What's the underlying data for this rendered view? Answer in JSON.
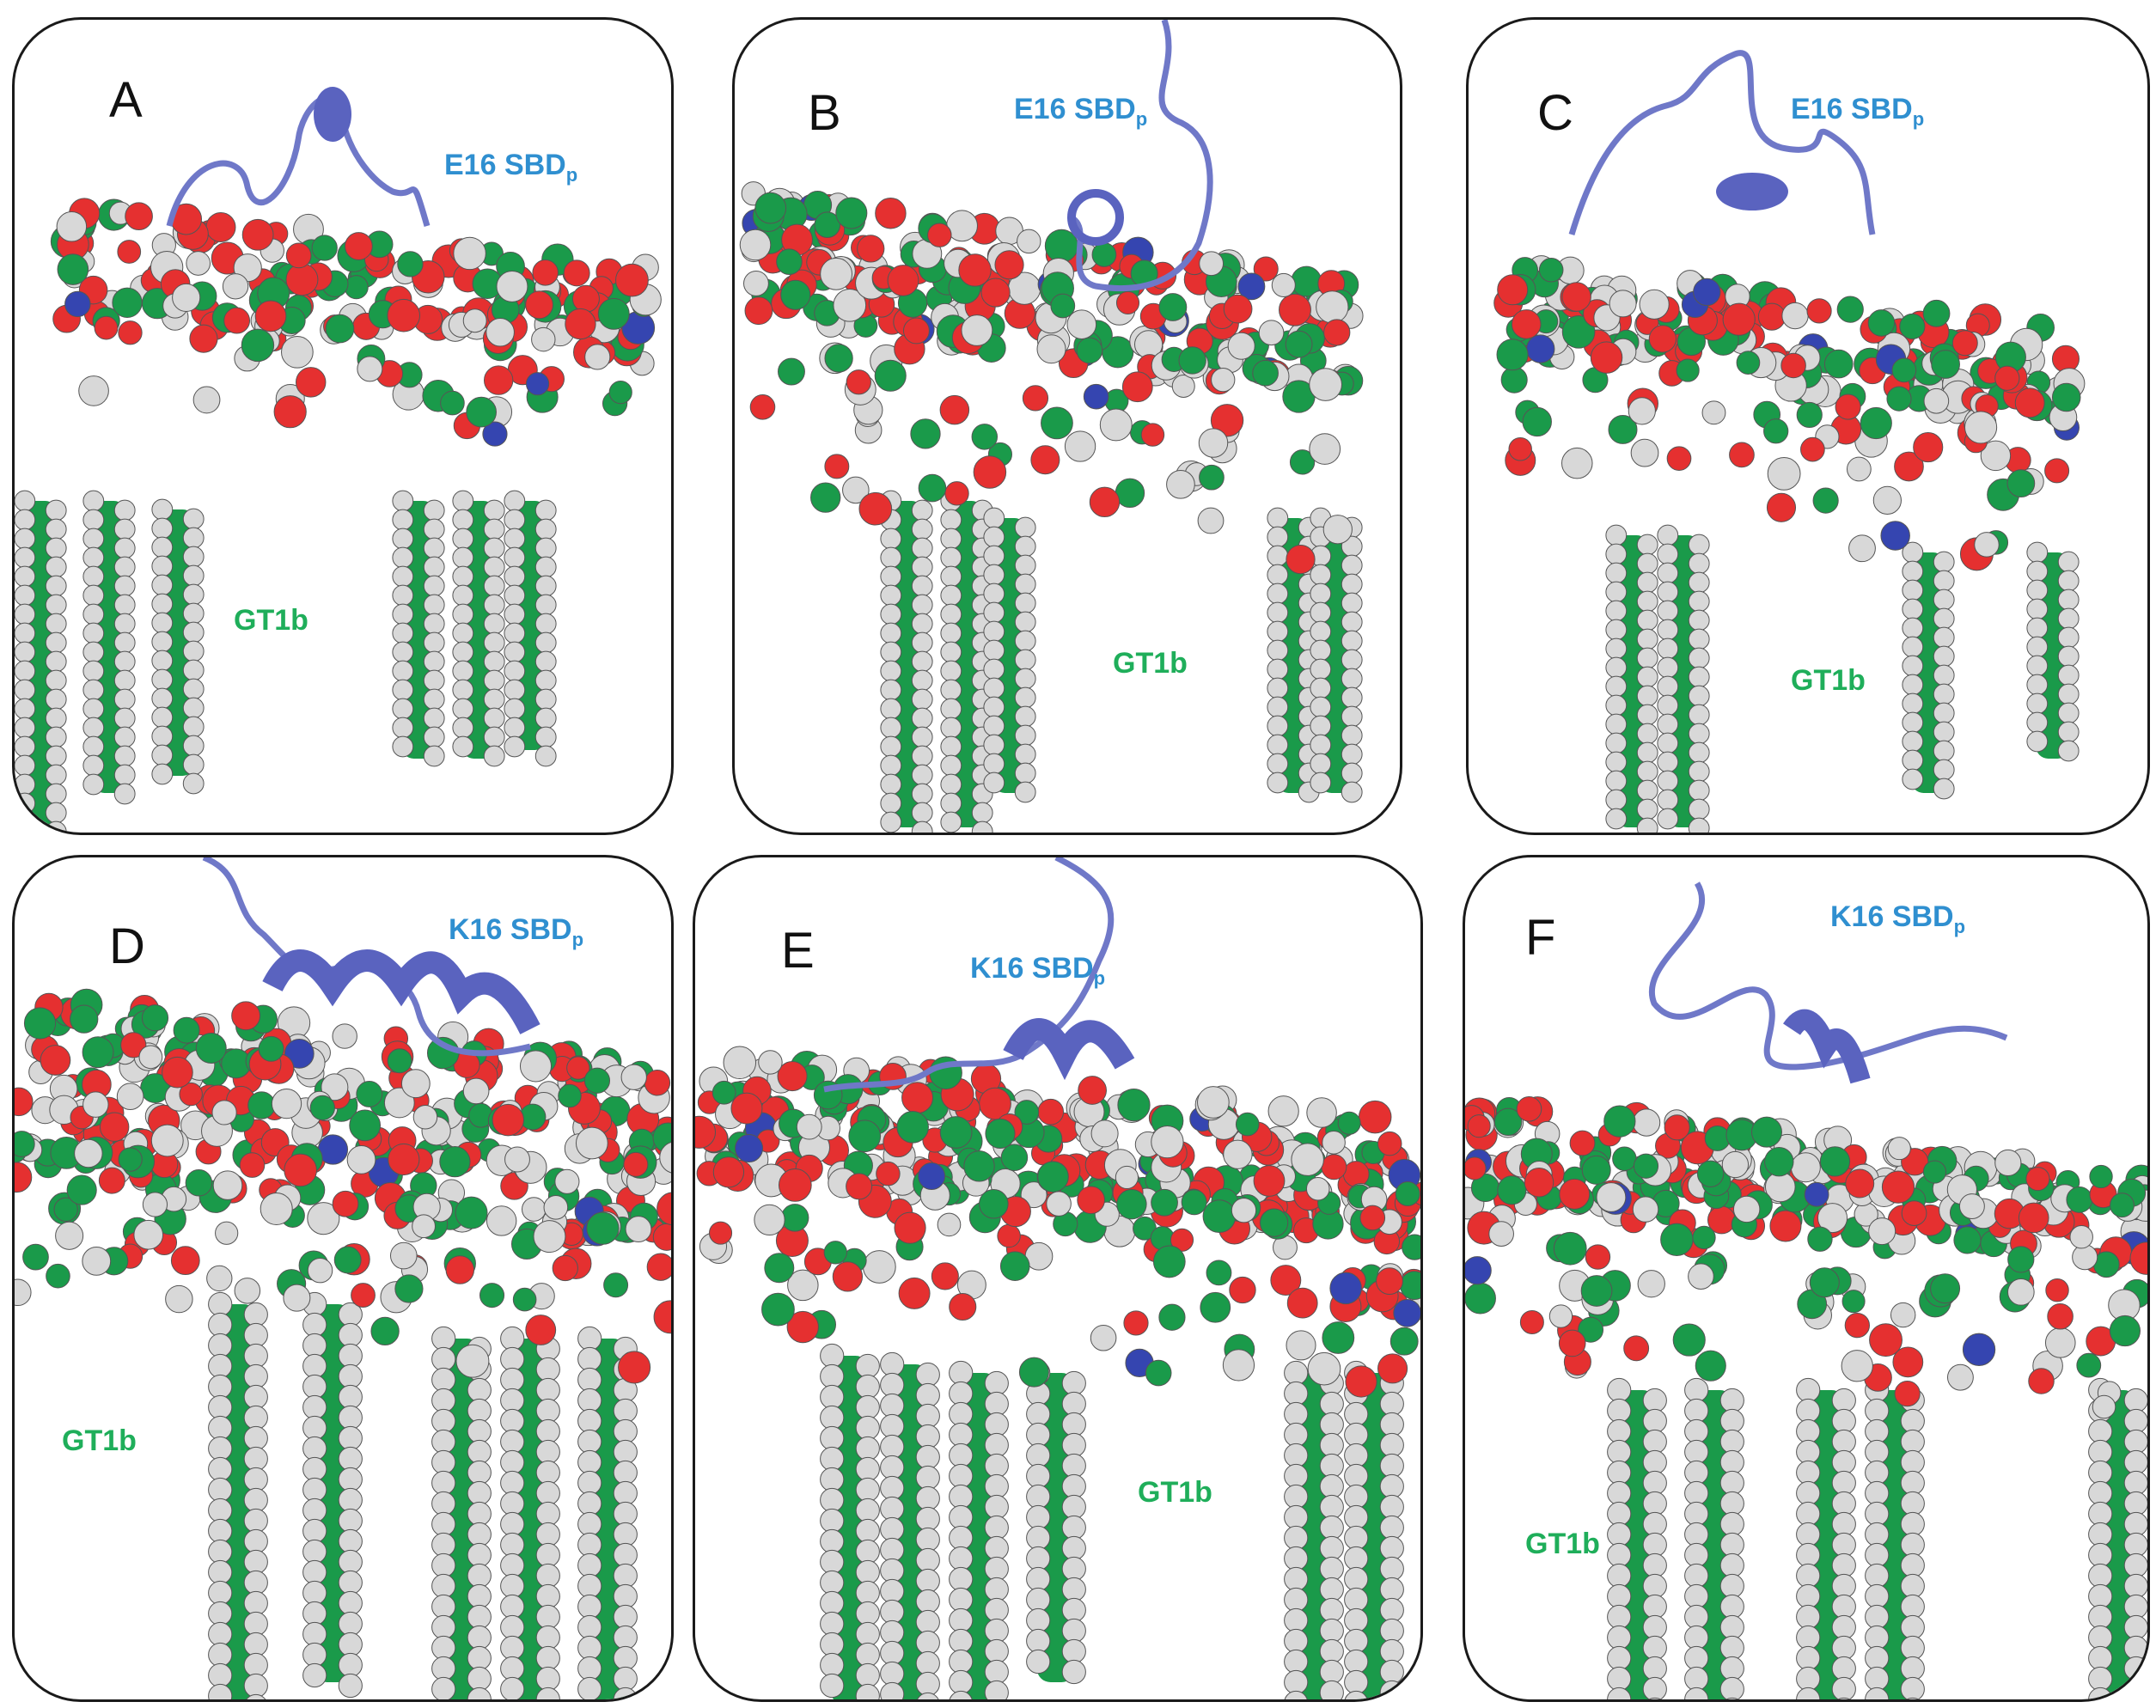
{
  "colors": {
    "carbon": "#1a9a4a",
    "oxygen": "#e53030",
    "hydrogen": "#d8d8d8",
    "nitrogen": "#3545b0",
    "peptide": "#6f78c8",
    "peptide_label": "#2f8fd0",
    "lipid_label": "#1fae5a"
  },
  "panels": [
    {
      "letter": "A",
      "peptide_name": "E16 SBD",
      "peptide_sub": "p",
      "lipid_label": "GT1b"
    },
    {
      "letter": "B",
      "peptide_name": "E16 SBD",
      "peptide_sub": "p",
      "lipid_label": "GT1b"
    },
    {
      "letter": "C",
      "peptide_name": "E16 SBD",
      "peptide_sub": "p",
      "lipid_label": "GT1b"
    },
    {
      "letter": "D",
      "peptide_name": "K16 SBD",
      "peptide_sub": "p",
      "lipid_label": "GT1b"
    },
    {
      "letter": "E",
      "peptide_name": "K16 SBD",
      "peptide_sub": "p",
      "lipid_label": "GT1b"
    },
    {
      "letter": "F",
      "peptide_name": "K16 SBD",
      "peptide_sub": "p",
      "lipid_label": "GT1b"
    }
  ]
}
